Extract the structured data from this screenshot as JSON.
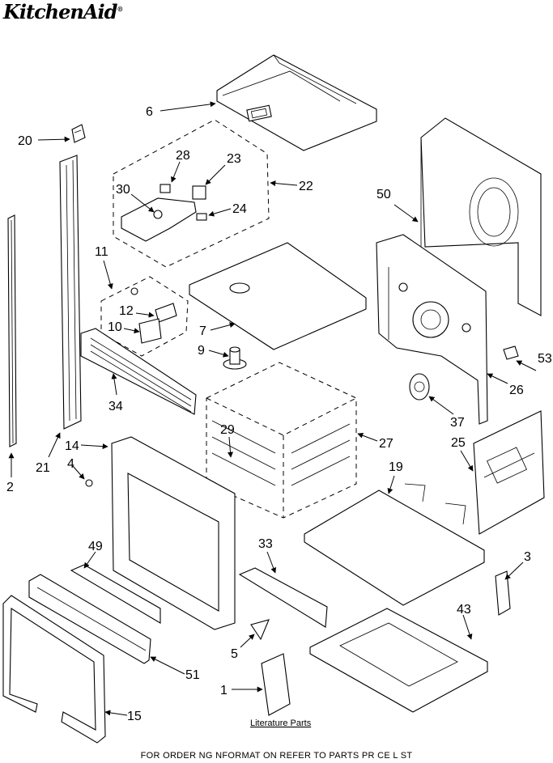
{
  "brand": {
    "name": "KitchenAid",
    "mark": "®"
  },
  "footer": {
    "text": "FOR ORDER NG NFORMAT ON REFER TO PARTS PR CE L ST"
  },
  "literature": {
    "label": "Literature Parts"
  },
  "callouts": [
    {
      "id": "6",
      "text": "6"
    },
    {
      "id": "20",
      "text": "20"
    },
    {
      "id": "28",
      "text": "28"
    },
    {
      "id": "23",
      "text": "23"
    },
    {
      "id": "22",
      "text": "22"
    },
    {
      "id": "30",
      "text": "30"
    },
    {
      "id": "24",
      "text": "24"
    },
    {
      "id": "50",
      "text": "50"
    },
    {
      "id": "11",
      "text": "11"
    },
    {
      "id": "12",
      "text": "12"
    },
    {
      "id": "10",
      "text": "10"
    },
    {
      "id": "7",
      "text": "7"
    },
    {
      "id": "9",
      "text": "9"
    },
    {
      "id": "53",
      "text": "53"
    },
    {
      "id": "26",
      "text": "26"
    },
    {
      "id": "34",
      "text": "34"
    },
    {
      "id": "37",
      "text": "37"
    },
    {
      "id": "29",
      "text": "29"
    },
    {
      "id": "27",
      "text": "27"
    },
    {
      "id": "14",
      "text": "14"
    },
    {
      "id": "25",
      "text": "25"
    },
    {
      "id": "4",
      "text": "4"
    },
    {
      "id": "21",
      "text": "21"
    },
    {
      "id": "2",
      "text": "2"
    },
    {
      "id": "19",
      "text": "19"
    },
    {
      "id": "49",
      "text": "49"
    },
    {
      "id": "33",
      "text": "33"
    },
    {
      "id": "3",
      "text": "3"
    },
    {
      "id": "43",
      "text": "43"
    },
    {
      "id": "5",
      "text": "5"
    },
    {
      "id": "51",
      "text": "51"
    },
    {
      "id": "1",
      "text": "1"
    },
    {
      "id": "15",
      "text": "15"
    }
  ]
}
